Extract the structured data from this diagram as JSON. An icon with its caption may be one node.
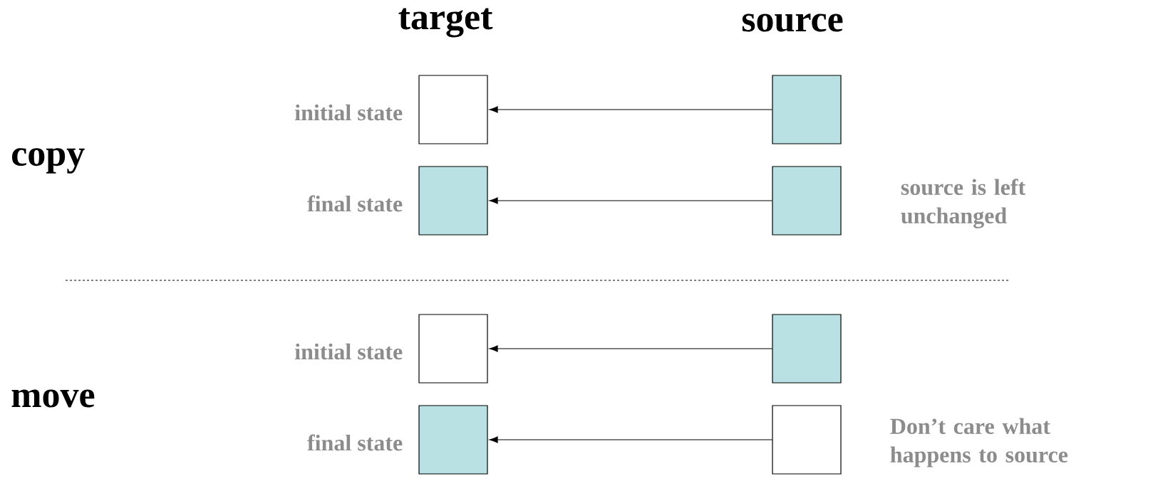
{
  "diagram": {
    "nodes": [
      {
        "text": [],
        "shape": "box",
        "beside": [
          "initial state"
        ]
      },
      {
        "text": [],
        "shape": "box"
      },
      {
        "text": [],
        "shape": "box",
        "beside": [
          "final state"
        ]
      },
      {
        "text": [],
        "shape": "box",
        "beside": [
          "source is left unchanged"
        ]
      },
      {
        "text": [],
        "shape": "box",
        "beside": [
          "initial state"
        ]
      },
      {
        "text": [],
        "shape": "box"
      },
      {
        "text": [],
        "shape": "box",
        "beside": [
          "final state"
        ]
      },
      {
        "text": [],
        "shape": "box",
        "beside": [
          "Don’t care what happens to source"
        ]
      }
    ],
    "edges": [
      {
        "from": 1,
        "to": 0,
        "arrow": "to"
      },
      {
        "from": 3,
        "to": 2,
        "arrow": "to"
      },
      {
        "from": 5,
        "to": 4,
        "arrow": "to"
      },
      {
        "from": 7,
        "to": 6,
        "arrow": "to"
      }
    ],
    "labels": [
      "target",
      "source",
      "copy",
      "move"
    ]
  }
}
